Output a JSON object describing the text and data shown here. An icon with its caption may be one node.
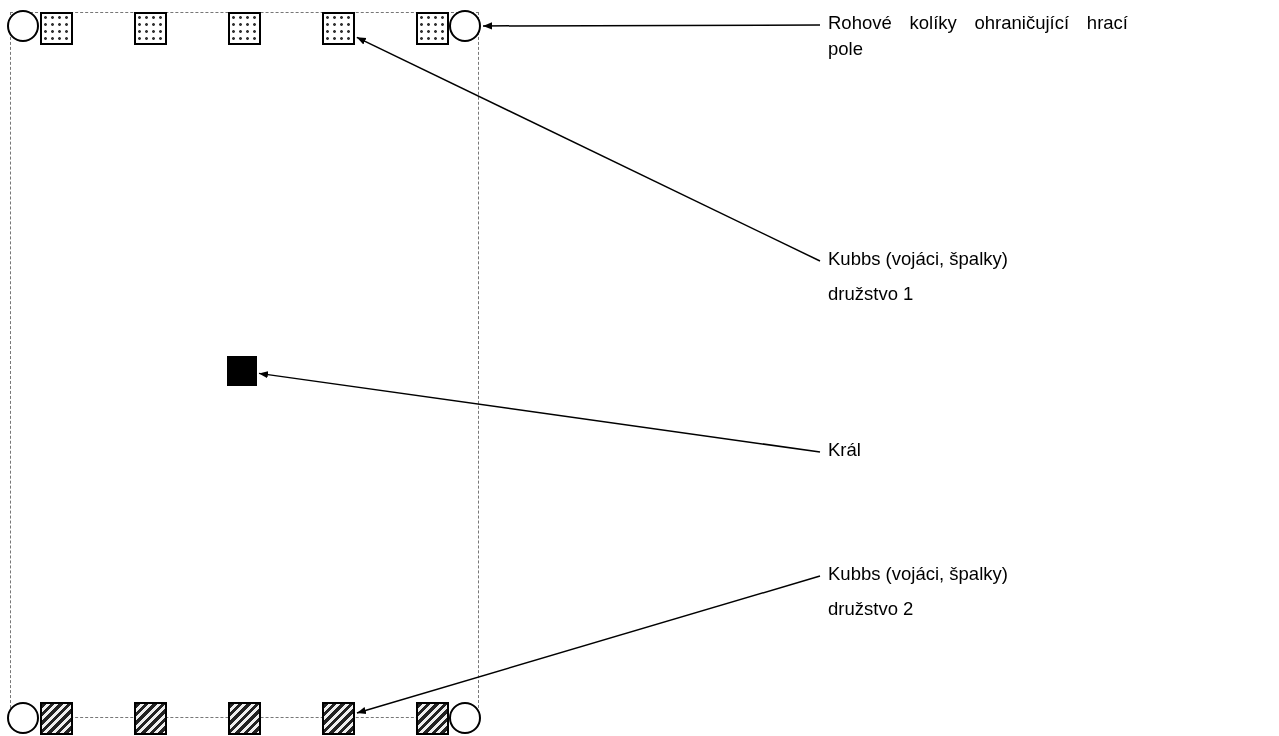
{
  "diagram": {
    "nodes": [
      {
        "text": [],
        "shape": "circle"
      },
      {
        "text": [],
        "shape": "box"
      },
      {
        "text": [],
        "shape": "box"
      },
      {
        "text": [],
        "shape": "box"
      },
      {
        "text": [],
        "shape": "box"
      },
      {
        "text": [],
        "shape": "box"
      },
      {
        "text": [],
        "shape": "circle"
      },
      {
        "text": [
          "Rohové kolíky ohraničující hrací pole"
        ]
      },
      {
        "text": [
          "Kubbs (vojáci, špalky)",
          "družstvo 1"
        ]
      },
      {
        "text": [],
        "shape": "box"
      },
      {
        "text": [
          "Král"
        ]
      },
      {
        "text": [
          "Kubbs (vojáci, špalky)",
          "družstvo 2"
        ]
      },
      {
        "text": [],
        "shape": "circle"
      },
      {
        "text": [],
        "shape": "box"
      },
      {
        "text": [],
        "shape": "box"
      },
      {
        "text": [],
        "shape": "box"
      },
      {
        "text": [],
        "shape": "box"
      },
      {
        "text": [],
        "shape": "box"
      },
      {
        "text": [],
        "shape": "circle"
      }
    ],
    "edges": [
      {
        "from": 7,
        "to": 6,
        "arrow": "to"
      },
      {
        "from": 8,
        "to": 4,
        "arrow": "to"
      },
      {
        "from": 10,
        "to": 9,
        "arrow": "to"
      },
      {
        "from": 11,
        "to": 16,
        "arrow": "to"
      }
    ]
  }
}
